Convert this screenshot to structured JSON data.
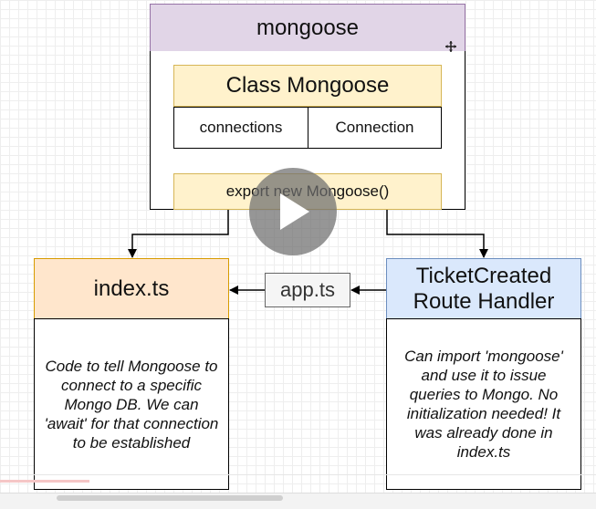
{
  "mongoose_box": {
    "title": "mongoose",
    "class_title": "Class Mongoose",
    "fields": [
      "connections",
      "Connection"
    ],
    "export_label": "export new Mongoose()"
  },
  "index_box": {
    "title": "index.ts",
    "description": "Code to tell Mongoose to\nconnect to a specific\nMongo DB.  We can\n'await' for that connection\nto be established"
  },
  "app_box": {
    "label": "app.ts"
  },
  "ticket_box": {
    "title": "TicketCreated\nRoute Handler",
    "description": "Can import 'mongoose'\nand use it to issue\nqueries to Mongo.  No\ninitialization needed!  It\nwas already done in\nindex.ts"
  },
  "colors": {
    "purple_fill": "#e1d5e7",
    "yellow_fill": "#fff2cc",
    "orange_fill": "#ffe6cc",
    "blue_fill": "#dae8fc",
    "gray_fill": "#f5f5f5"
  },
  "icons": {
    "play": "play-icon",
    "cursor": "move-cursor-icon"
  }
}
